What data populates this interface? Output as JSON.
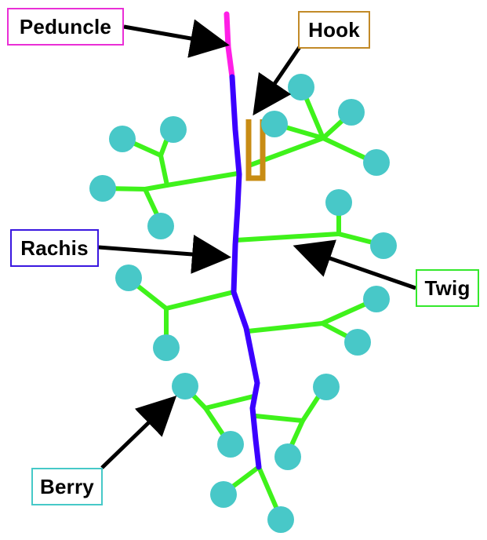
{
  "labels": {
    "peduncle": {
      "text": "Peduncle",
      "color": "#ea2fd6"
    },
    "hook": {
      "text": "Hook",
      "color": "#c28a28"
    },
    "rachis": {
      "text": "Rachis",
      "color": "#3a17e0"
    },
    "twig": {
      "text": "Twig",
      "color": "#34e82c"
    },
    "berry": {
      "text": "Berry",
      "color": "#46c9c8"
    }
  },
  "colors": {
    "peduncle": "#ff1fe6",
    "rachis": "#3b00ff",
    "twig": "#3ff21b",
    "berry": "#48c8c8",
    "hook": "#c88c14",
    "arrow": "#000000"
  }
}
